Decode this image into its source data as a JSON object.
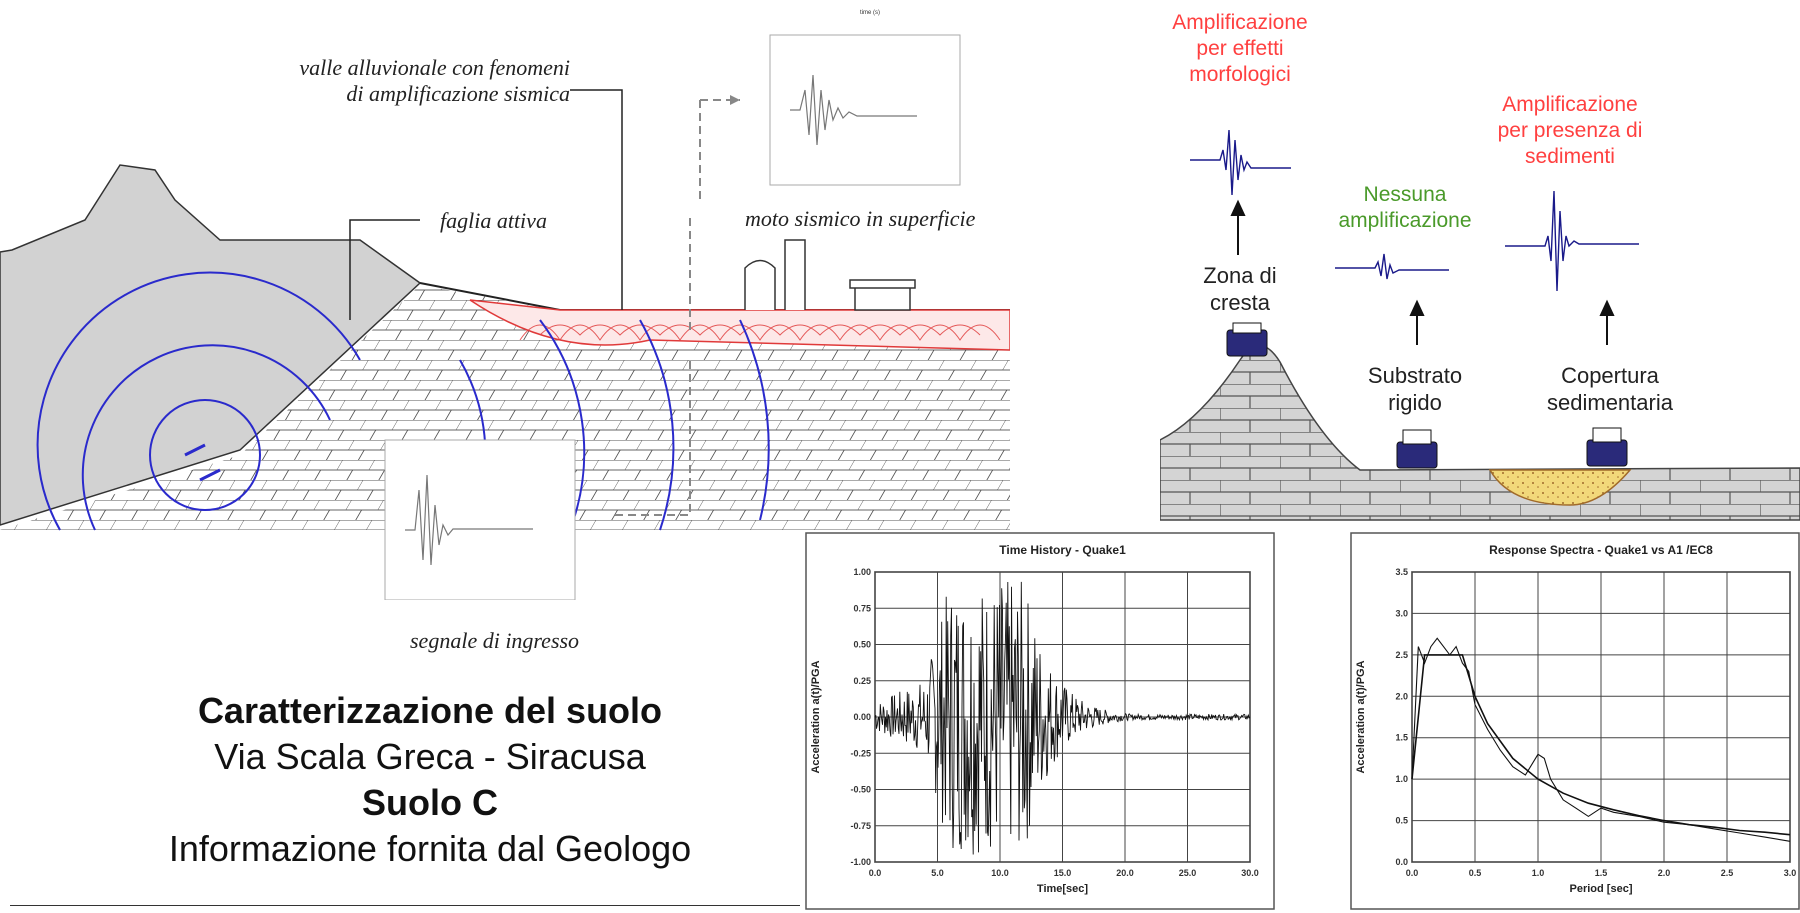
{
  "geology": {
    "label_valley_line1": "valle alluvionale con fenomeni",
    "label_valley_line2": "di amplificazione sismica",
    "label_fault": "faglia attiva",
    "label_surface_motion": "moto sismico in superficie",
    "label_input_signal": "segnale di ingresso"
  },
  "caption": {
    "line1": "Caratterizzazione del suolo",
    "line2": "Via Scala Greca - Siracusa",
    "line3": "Suolo C",
    "line4": "Informazione fornita dal Geologo"
  },
  "site_effects": {
    "morph_title": [
      "Amplificazione",
      "per effetti",
      "morfologici"
    ],
    "sediment_title": [
      "Amplificazione",
      "per presenza di",
      "sedimenti"
    ],
    "none_title": [
      "Nessuna",
      "amplificazione"
    ],
    "crest": [
      "Zona di",
      "cresta"
    ],
    "bedrock": [
      "Substrato",
      "rigido"
    ],
    "cover": [
      "Copertura",
      "sedimentaria"
    ],
    "colors": {
      "red": "#ff4040",
      "green": "#4a9a2a",
      "trace": "#1a1a8a"
    }
  },
  "chart_data": [
    {
      "type": "line",
      "title": "Time History - Quake1",
      "xlabel": "Time[sec]",
      "ylabel": "Acceleration a(t)/PGA",
      "xlim": [
        0,
        30
      ],
      "ylim": [
        -1.0,
        1.0
      ],
      "x_ticks": [
        "0.0",
        "5.0",
        "10.0",
        "15.0",
        "20.0",
        "25.0",
        "30.0"
      ],
      "y_ticks": [
        "1.00",
        "0.75",
        "0.50",
        "0.25",
        "0.00",
        "-0.25",
        "-0.50",
        "-0.75",
        "-1.00"
      ],
      "grid": true
    },
    {
      "type": "line",
      "title": "Response Spectra - Quake1 vs A1 /EC8",
      "xlabel": "Period [sec]",
      "ylabel": "Acceleration a(t)/PGA",
      "xlim": [
        0,
        3.0
      ],
      "ylim": [
        0,
        3.5
      ],
      "x_ticks": [
        "0.0",
        "0.5",
        "1.0",
        "1.5",
        "2.0",
        "2.5",
        "3.0"
      ],
      "y_ticks": [
        "3.5",
        "3.0",
        "2.5",
        "2.0",
        "1.5",
        "1.0",
        "0.5",
        "0.0"
      ],
      "grid": true,
      "series": [
        {
          "x": [
            0.0,
            0.05,
            0.1,
            0.15,
            0.2,
            0.25,
            0.3,
            0.35,
            0.4,
            0.45,
            0.5,
            0.6,
            0.7,
            0.8,
            0.9,
            1.0,
            1.05,
            1.1,
            1.2,
            1.3,
            1.4,
            1.5,
            1.6,
            1.8,
            2.0,
            2.2,
            2.4,
            2.6,
            2.8,
            3.0
          ],
          "y": [
            1.0,
            2.6,
            2.4,
            2.6,
            2.7,
            2.6,
            2.5,
            2.6,
            2.4,
            2.3,
            1.9,
            1.6,
            1.35,
            1.15,
            1.05,
            1.3,
            1.25,
            1.0,
            0.75,
            0.65,
            0.55,
            0.65,
            0.6,
            0.55,
            0.48,
            0.45,
            0.4,
            0.35,
            0.3,
            0.25
          ]
        },
        {
          "x": [
            0.0,
            0.1,
            0.15,
            0.4,
            0.5,
            0.6,
            0.8,
            1.0,
            1.2,
            1.4,
            1.6,
            1.8,
            2.0,
            2.2,
            2.4,
            2.6,
            2.8,
            3.0
          ],
          "y": [
            1.0,
            2.5,
            2.5,
            2.5,
            2.0,
            1.67,
            1.25,
            1.0,
            0.83,
            0.71,
            0.63,
            0.56,
            0.5,
            0.45,
            0.42,
            0.38,
            0.36,
            0.33
          ]
        }
      ]
    }
  ]
}
